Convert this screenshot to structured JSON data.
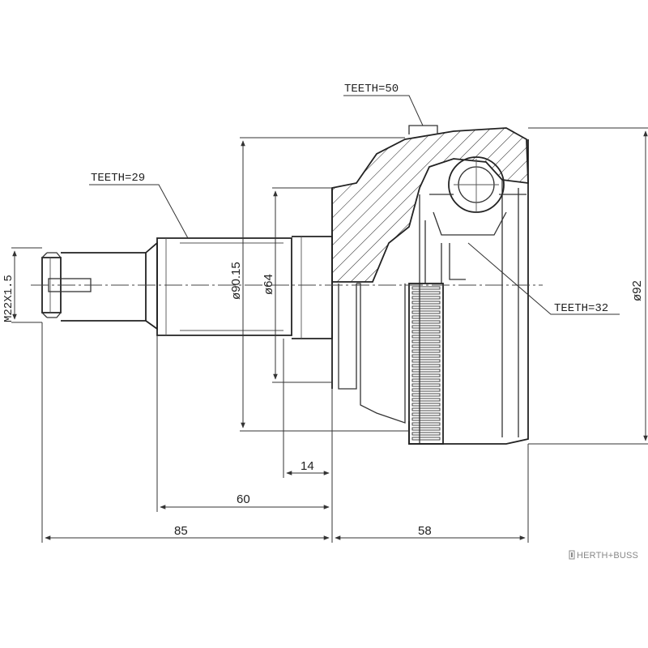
{
  "labels": {
    "teeth_outer": "TEETH=50",
    "teeth_shaft": "TEETH=29",
    "teeth_inner": "TEETH=32",
    "thread": "M22X1.5",
    "dia_outer": "ø92",
    "dia_seal": "ø90.15",
    "dia_abs": "ø64"
  },
  "dimensions": {
    "d14": "14",
    "d60": "60",
    "d85": "85",
    "d58": "58"
  },
  "watermark": {
    "text": "HERTH+BUSS",
    "icon": "herth-buss-logo-icon"
  },
  "colors": {
    "line": "#333333",
    "background": "#ffffff",
    "watermark": "#888888"
  }
}
